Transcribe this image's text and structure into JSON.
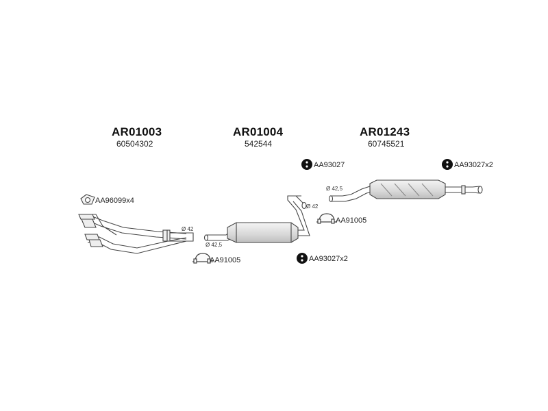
{
  "sections": [
    {
      "part_code": "AR01003",
      "oem_code": "60504302"
    },
    {
      "part_code": "AR01004",
      "oem_code": "542544"
    },
    {
      "part_code": "AR01243",
      "oem_code": "60745521"
    }
  ],
  "accessories": {
    "gasket": "AA96099x4",
    "clamp_left": "AA91005",
    "clamp_right": "AA91005",
    "hanger_mid": "AA93027",
    "hanger_mid_low": "AA93027x2",
    "hanger_right": "AA93027x2"
  },
  "dimensions": {
    "manifold_outlet": "Ø 42",
    "middle_inlet": "Ø 42,5",
    "middle_outlet": "Ø 42",
    "rear_inlet": "Ø 42,5"
  },
  "colors": {
    "line": "#444444",
    "part_fill": "#e6e6e6",
    "text": "#111111"
  }
}
